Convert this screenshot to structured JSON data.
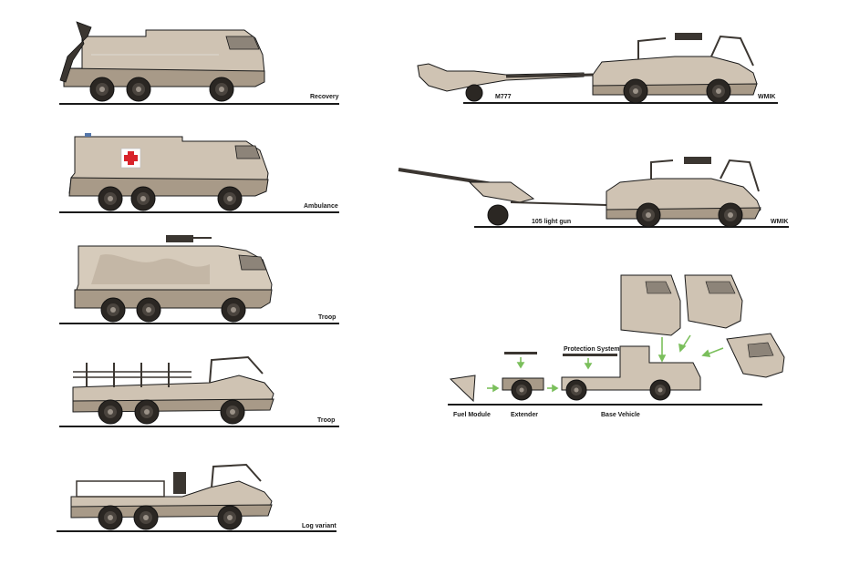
{
  "labels": {
    "recovery": "Recovery",
    "ambulance": "Ambulance",
    "troop_1": "Troop",
    "troop_2": "Troop",
    "log_variant": "Log variant",
    "m777": "M777",
    "wmik_1": "WMIK",
    "light_gun": "105 light gun",
    "wmik_2": "WMIK",
    "protection_system": "Protection System",
    "fuel_module": "Fuel Module",
    "extender": "Extender",
    "base_vehicle": "Base Vehicle"
  },
  "colors": {
    "body": "#cfc3b3",
    "lower": "#a89a88",
    "dark": "#3b3631",
    "outline": "#1a1a1a",
    "window": "#8d8479",
    "arrow": "#7bbf5c",
    "red_cross": "#d8232a"
  }
}
